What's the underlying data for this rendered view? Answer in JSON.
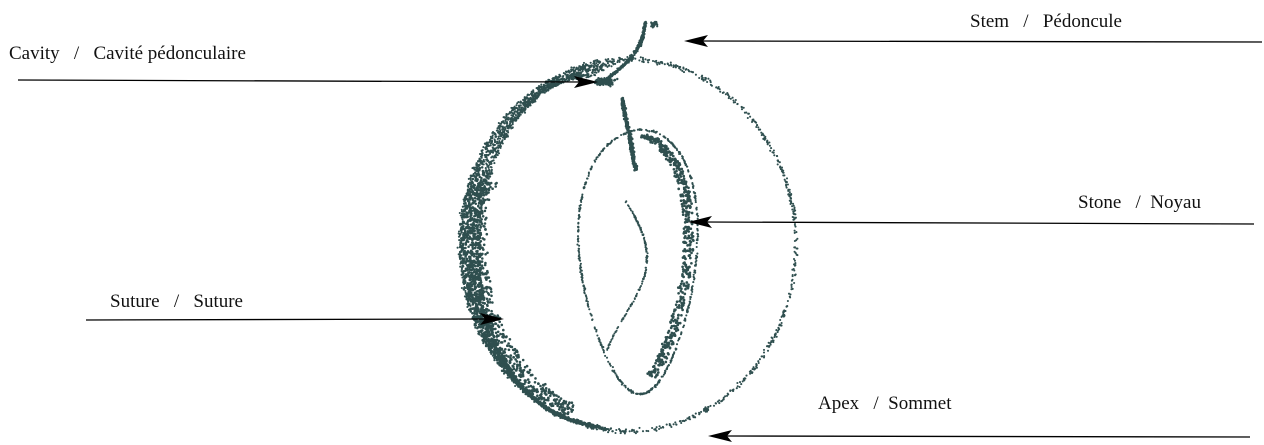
{
  "labels": {
    "stem": "Stem   /   Pédoncule",
    "cavity": "Cavity   /   Cavité pédonculaire",
    "stone": "Stone   /  Noyau",
    "suture": "Suture   /   Suture",
    "apex": "Apex   /  Sommet"
  },
  "colors": {
    "stipple": "#2f4f4f",
    "line": "#000000",
    "text": "#111111",
    "background": "#ffffff"
  }
}
